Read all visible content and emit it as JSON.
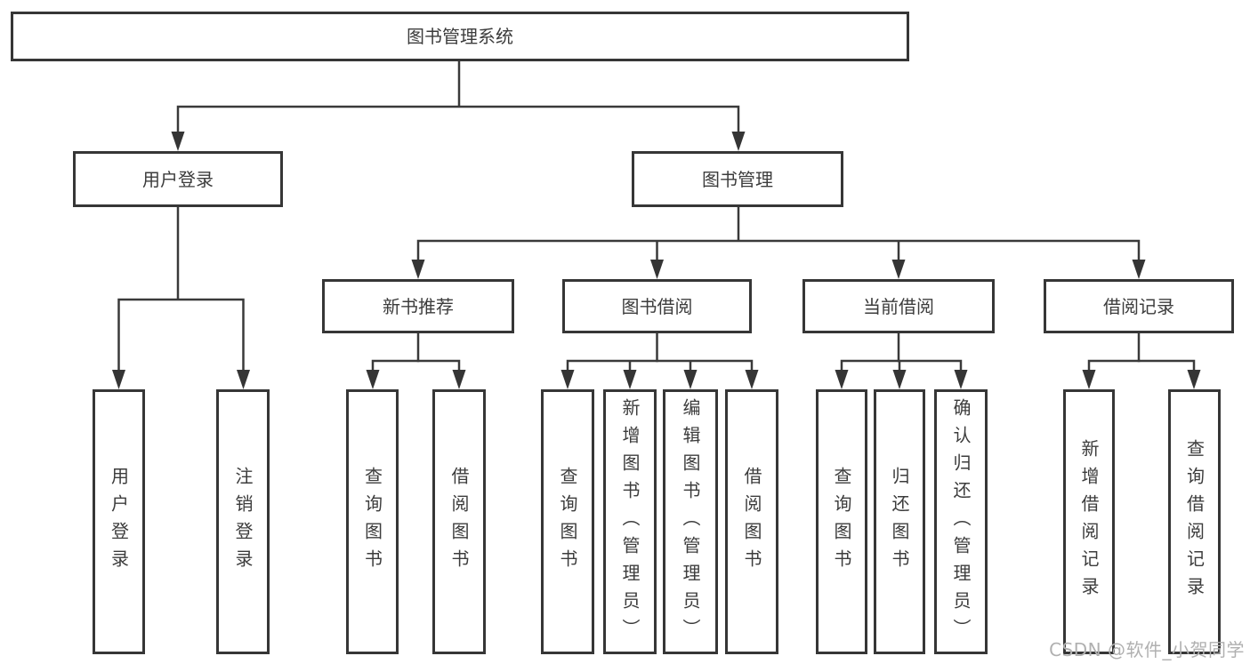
{
  "tree": {
    "root": "图书管理系统",
    "children": [
      {
        "label": "用户登录",
        "children": [
          {
            "label": "用户登录"
          },
          {
            "label": "注销登录"
          }
        ]
      },
      {
        "label": "图书管理",
        "children": [
          {
            "label": "新书推荐",
            "children": [
              {
                "label": "查询图书"
              },
              {
                "label": "借阅图书"
              }
            ]
          },
          {
            "label": "图书借阅",
            "children": [
              {
                "label": "查询图书"
              },
              {
                "label": "新增图书（管理员）"
              },
              {
                "label": "编辑图书（管理员）"
              },
              {
                "label": "借阅图书"
              }
            ]
          },
          {
            "label": "当前借阅",
            "children": [
              {
                "label": "查询图书"
              },
              {
                "label": "归还图书"
              },
              {
                "label": "确认归还（管理员）"
              }
            ]
          },
          {
            "label": "借阅记录",
            "children": [
              {
                "label": "新增借阅记录"
              },
              {
                "label": "查询借阅记录"
              }
            ]
          }
        ]
      }
    ]
  },
  "watermark": {
    "text": "CSDN @软件_小贺同学"
  },
  "colors": {
    "line": "#3a3a3a",
    "border": "#363636",
    "text": "#3c3c3c",
    "watermark": "#b0b0b0",
    "background": "#ffffff"
  }
}
